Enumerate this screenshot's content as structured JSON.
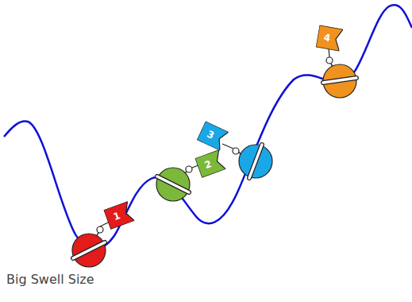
{
  "diagram": {
    "caption": "Big Swell Size",
    "nodes": [
      {
        "text": [
          "1"
        ]
      },
      {
        "text": [
          "2"
        ]
      },
      {
        "text": [
          "3"
        ]
      },
      {
        "text": [
          "4"
        ]
      }
    ]
  }
}
